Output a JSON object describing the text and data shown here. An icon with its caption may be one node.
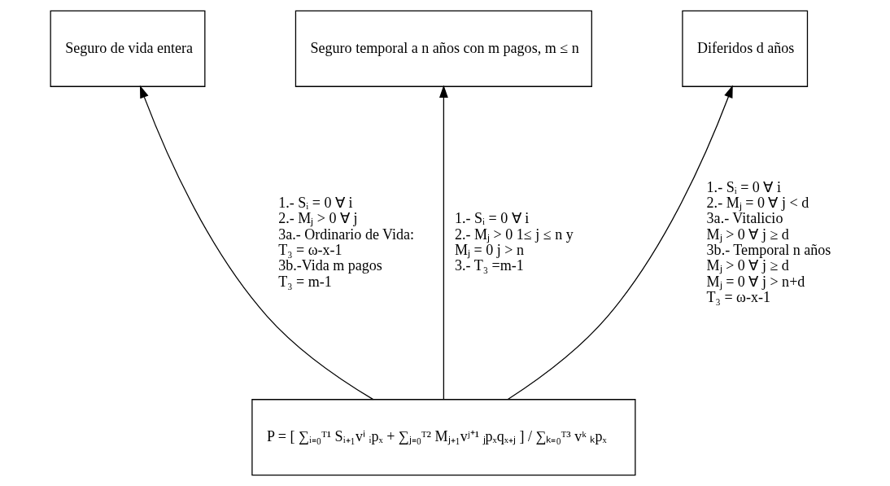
{
  "diagram": {
    "nodes": [
      {
        "text": [
          "Seguro de vida entera"
        ]
      },
      {
        "text": [
          "Seguro temporal a n años con m pagos, m ≤ n"
        ]
      },
      {
        "text": [
          "Diferidos d años"
        ]
      },
      {
        "text": [
          "P = [ ∑ᵢ₌₀ᵀ¹ Sᵢ₊₁vⁱ ᵢpₓ + ∑ⱼ₌₀ᵀ² Mⱼ₊₁vʲ⁺¹ ⱼpₓqₓ₊ⱼ ] / ∑ₖ₌₀ᵀ³ vᵏ ₖpₓ"
        ]
      }
    ],
    "edges": [
      {
        "from": 3,
        "to": 0,
        "arrow": "to",
        "label": "1.- Sᵢ = 0 ∀ i 2.- Mⱼ > 0 ∀ j 3a.- Ordinario de Vida: T₃ = ω-x-1 3b.-Vida m pagos T₃ = m-1"
      },
      {
        "from": 3,
        "to": 1,
        "arrow": "to",
        "label": "1.- Sᵢ = 0 ∀ i 2.- Mⱼ > 0 1≤ j ≤ n y Mⱼ = 0 j > n 3.- T₃ =m-1"
      },
      {
        "from": 3,
        "to": 2,
        "arrow": "to",
        "label": "1.- Sᵢ = 0 ∀ i 2.- Mⱼ = 0 ∀ j < d 3a.- Vitalicio Mⱼ > 0 ∀ j ≥ d 3b.- Temporal n años Mⱼ > 0 ∀ j ≥ d Mⱼ = 0 ∀ j > n+d T₃ = ω-x-1"
      }
    ]
  }
}
